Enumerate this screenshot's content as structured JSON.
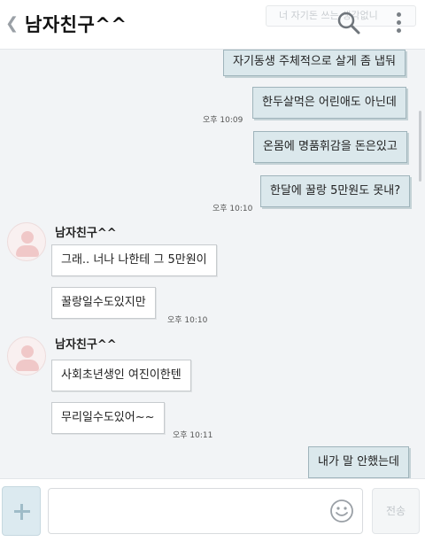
{
  "header": {
    "back_glyph": "❮",
    "title": "남자친구^^",
    "ghost_text": "너 자기돈 쓰는 생각없니"
  },
  "messages": {
    "m1": "자기동생 주체적으로 살게 좀 냅둬",
    "m2": "한두살먹은 어린애도 아닌데",
    "t2": "오후 10:09",
    "m3": "온몸에 명품휘감을 돈은있고",
    "m4": "한달에 꿀랑 5만원도 못내?",
    "t4": "오후 10:10",
    "sender1": "남자친구^^",
    "m5": "그래.. 너나 나한테 그 5만원이",
    "m6": "꿀랑일수도있지만",
    "t6": "오후 10:10",
    "sender2": "남자친구^^",
    "m7": "사회초년생인 여진이한텐",
    "m8": "무리일수도있어~~",
    "t8": "오후 10:11",
    "m9": "내가 말 안했는데"
  },
  "composer": {
    "input_value": "",
    "send_label": "전송"
  },
  "icons": {
    "back": "chevron-left-icon",
    "search": "search-icon",
    "more": "more-vertical-icon",
    "plus": "plus-icon",
    "emoji": "smiley-icon",
    "avatar": "default-avatar-icon"
  },
  "colors": {
    "my_bubble": "#dbe8ec",
    "my_bubble_border": "#9fb4bb",
    "their_bubble": "#ffffff",
    "background": "#f2f4f6",
    "accent": "#dceaf0"
  }
}
